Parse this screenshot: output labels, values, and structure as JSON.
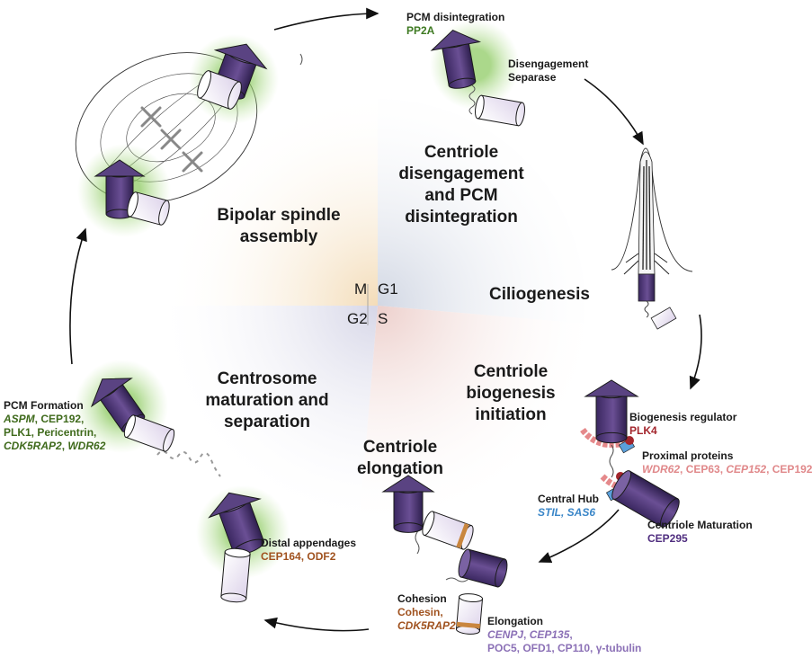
{
  "phases": {
    "M": "M",
    "G1": "G1",
    "G2": "G2",
    "S": "S"
  },
  "stages": {
    "bipolar": [
      "Bipolar spindle",
      "assembly"
    ],
    "disengagement": [
      "Centriole",
      "disengagement",
      "and PCM",
      "disintegration"
    ],
    "ciliogenesis": [
      "Ciliogenesis"
    ],
    "biogenesis": [
      "Centriole",
      "biogenesis",
      "initiation"
    ],
    "elongation": [
      "Centriole",
      "elongation"
    ],
    "maturation": [
      "Centrosome",
      "maturation and",
      "separation"
    ]
  },
  "annotations": {
    "pcm_disintegration": {
      "title": "PCM disintegration",
      "proteins": "PP2A"
    },
    "disengagement": {
      "title": "Disengagement",
      "proteins": "Separase"
    },
    "biogenesis_regulator": {
      "title": "Biogenesis regulator",
      "proteins": "PLK4"
    },
    "proximal_proteins": {
      "title": "Proximal proteins",
      "p1": "WDR62",
      "sep1": ", ",
      "p2": "CEP63",
      "sep2": ", ",
      "p3": "CEP152",
      "sep3": ", ",
      "p4": "CEP192"
    },
    "central_hub": {
      "title": "Central Hub",
      "p1": "STIL",
      "sep1": ", ",
      "p2": "SAS6"
    },
    "centriole_maturation": {
      "title": "Centriole Maturation",
      "proteins": "CEP295"
    },
    "elongation": {
      "title": "Elongation",
      "line1a": "CENPJ",
      "sep1": ", ",
      "line1b": "CEP135",
      "sep2": ",",
      "line2": "POC5, OFD1, CP110, γ-tubulin"
    },
    "cohesion": {
      "title": "Cohesion",
      "p1": "Cohesin,",
      "p2": "CDK5RAP2"
    },
    "distal_appendages": {
      "title": "Distal appendages",
      "proteins": "CEP164, ODF2"
    },
    "pcm_formation": {
      "title": "PCM Formation",
      "l1a": "ASPM",
      "l1b": ", CEP192,",
      "l2": "PLK1, Pericentrin,",
      "l3a": "CDK5RAP2",
      "l3b": ", ",
      "l3c": "WDR62"
    }
  },
  "colors": {
    "centriole_dark": "#4a3470",
    "centriole_light": "#ece6f4",
    "glow": "#9fd37a",
    "sector_bipolar": "#f6e3c6",
    "sector_disengagement": "#dde1ea",
    "sector_biogenesis": "#f1d9d6",
    "sector_maturation": "#e2e2ef"
  }
}
